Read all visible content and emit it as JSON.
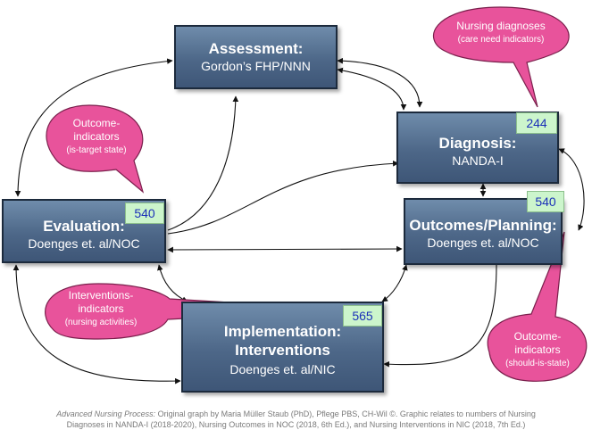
{
  "boxes": {
    "assessment": {
      "title": "Assessment:",
      "sub": "Gordon’s FHP/NNN"
    },
    "diagnosis": {
      "title": "Diagnosis:",
      "sub": "NANDA-I",
      "badge": "244"
    },
    "outcomes": {
      "title": "Outcomes/Planning:",
      "sub": "Doenges et. al/NOC",
      "badge": "540"
    },
    "evaluation": {
      "title": "Evaluation:",
      "sub": "Doenges et. al/NOC",
      "badge": "540"
    },
    "implementation": {
      "title1": "Implementation:",
      "title2": "Interventions",
      "sub": "Doenges et. al/NIC",
      "badge": "565"
    }
  },
  "callouts": {
    "nursing_diagnoses": {
      "line1": "Nursing diagnoses",
      "line2": "(care need indicators)"
    },
    "outcome_is": {
      "line1": "Outcome-",
      "line2": "indicators",
      "line3": "(is-target state)"
    },
    "interventions": {
      "line1": "Interventions-",
      "line2": "indicators",
      "line3": "(nursing activities)"
    },
    "outcome_should": {
      "line1": "Outcome-",
      "line2": "indicators",
      "line3": "(should-is-state)"
    }
  },
  "caption": {
    "italic": "Advanced Nursing Process:",
    "line1": " Original graph by Maria Müller Staub (PhD), Pflege PBS, CH-Wil ©. Graphic relates to numbers of Nursing",
    "line2": "Diagnoses in NANDA-I (2018-2020), Nursing Outcomes in NOC (2018, 6th Ed.),  and Nursing Interventions in NIC (2018, 7th Ed.)"
  },
  "colors": {
    "box": "#4d6788",
    "callout": "#e8539b",
    "badge_bg": "#ccf5cc",
    "badge_text": "#1a2fb8"
  }
}
